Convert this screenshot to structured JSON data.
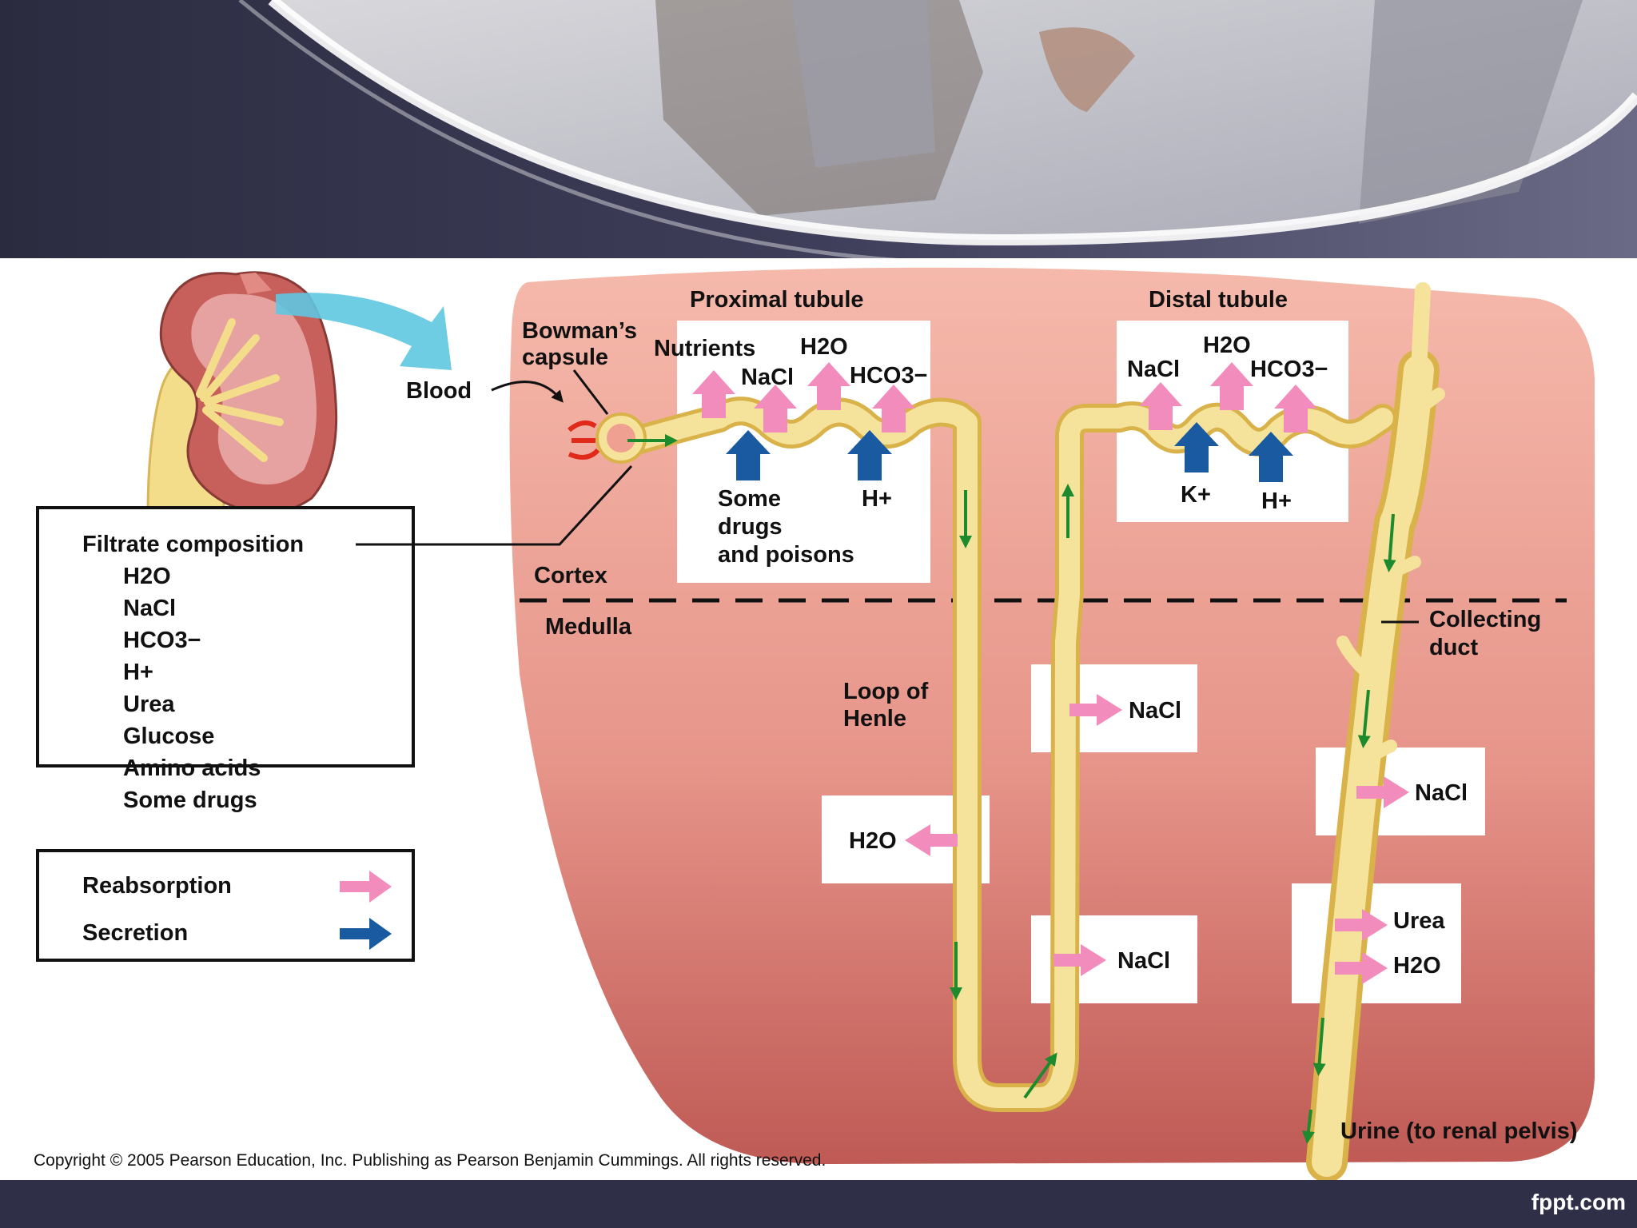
{
  "colors": {
    "background_pink": "#e8928a",
    "tubule_yellow": "#f3dc8a",
    "reabsorption_pink": "#f28cbc",
    "secretion_blue": "#1a5aa0",
    "flow_green": "#1e8a2e",
    "header_dark": "#2f2f47"
  },
  "labels": {
    "blood": "Blood",
    "bowmans_line1": "Bowman’s",
    "bowmans_line2": "capsule",
    "proximal_tubule": "Proximal tubule",
    "distal_tubule": "Distal tubule",
    "cortex": "Cortex",
    "medulla": "Medulla",
    "loop_line1": "Loop of",
    "loop_line2": "Henle",
    "collecting_line1": "Collecting",
    "collecting_line2": "duct",
    "urine": "Urine (to renal pelvis)"
  },
  "proximal_box": {
    "nutrients": "Nutrients",
    "h2o": "H2O",
    "nacl": "NaCl",
    "hco3": "HCO3−",
    "drugs_line1": "Some",
    "drugs_line2": "drugs",
    "drugs_line3": "and poisons",
    "h_plus": "H+"
  },
  "distal_box": {
    "nacl": "NaCl",
    "h2o": "H2O",
    "hco3": "HCO3−",
    "k_plus": "K+",
    "h_plus": "H+"
  },
  "medulla_boxes": {
    "ascending_upper_nacl": "NaCl",
    "descending_h2o": "H2O",
    "ascending_lower_nacl": "NaCl",
    "collecting_nacl": "NaCl",
    "collecting_urea": "Urea",
    "collecting_h2o": "H2O"
  },
  "filtrate": {
    "title": "Filtrate composition",
    "items": [
      "H2O",
      "NaCl",
      "HCO3−",
      "H+",
      "Urea",
      "Glucose",
      "Amino acids",
      "Some drugs"
    ]
  },
  "legend": {
    "reabsorption": "Reabsorption",
    "secretion": "Secretion"
  },
  "copyright": "Copyright ©  2005 Pearson Education, Inc. Publishing as Pearson Benjamin Cummings. All rights reserved.",
  "brand": "fppt.com"
}
